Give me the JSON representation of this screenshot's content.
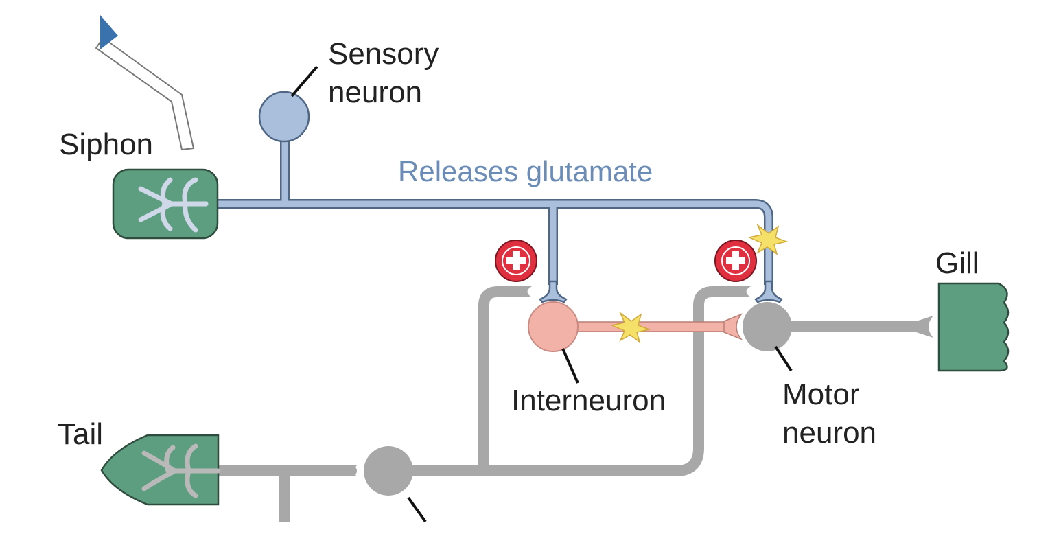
{
  "labels": {
    "sensory_neuron_line1": "Sensory",
    "sensory_neuron_line2": "neuron",
    "siphon": "Siphon",
    "releases_glutamate": "Releases glutamate",
    "gill": "Gill",
    "interneuron": "Interneuron",
    "motor_neuron_line1": "Motor",
    "motor_neuron_line2": "neuron",
    "tail": "Tail"
  },
  "colors": {
    "sensory_blue": "#a9bfdc",
    "sensory_outline": "#4f6685",
    "label_blue": "#6b8cb6",
    "organ_green": "#5e9e80",
    "organ_outline": "#2f4d3f",
    "interneuron_pink": "#f2b2a8",
    "motor_gray": "#a8a8a8",
    "plus_red": "#e03040",
    "spark_yellow": "#f5e06a"
  },
  "icons": [
    "plus-sign-icon",
    "spark-icon",
    "arrowhead-icon"
  ]
}
